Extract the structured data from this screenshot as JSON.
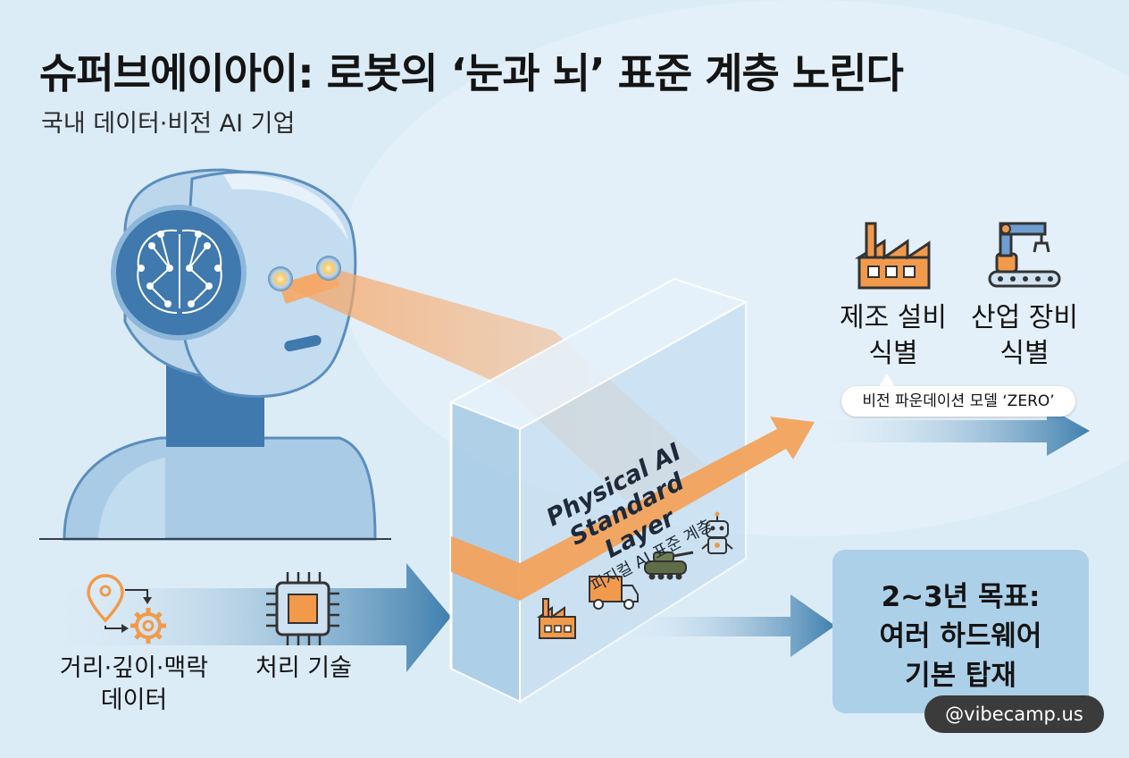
{
  "title": "슈퍼브에이아이: 로봇의 ‘눈과 뇌’ 표준 계층 노린다",
  "subtitle": "국내 데이터·비전 AI 기업",
  "layer": {
    "label_en_line1": "Physical AI",
    "label_en_line2": "Standard Layer",
    "label_ko": "피지컬 AI 표준 계층"
  },
  "inputs": {
    "data_line1": "거리·깊이·맥락",
    "data_line2": "데이터",
    "processing": "처리 기술"
  },
  "outputs": {
    "manufacturing_line1": "제조 설비",
    "manufacturing_line2": "식별",
    "industrial_line1": "산업 장비",
    "industrial_line2": "식별",
    "model_pill": "비전 파운데이션 모델 ‘ZERO’"
  },
  "goal": {
    "line1": "2~3년 목표:",
    "line2": "여러 하드웨어",
    "line3": "기본 탑재"
  },
  "watermark": "@vibecamp.us",
  "icons": [
    "brain-network-icon",
    "robot-eye-icon",
    "location-pin-icon",
    "gear-icon",
    "chip-icon",
    "factory-icon",
    "robot-arm-icon",
    "truck-icon",
    "tank-icon",
    "robot-icon"
  ],
  "colors": {
    "background": "#dcecf7",
    "orange_accent": "#f2a25c",
    "blue_arrow": "#3f7fae",
    "goal_box": "#acd0e8",
    "icon_orange": "#f29a4c"
  }
}
